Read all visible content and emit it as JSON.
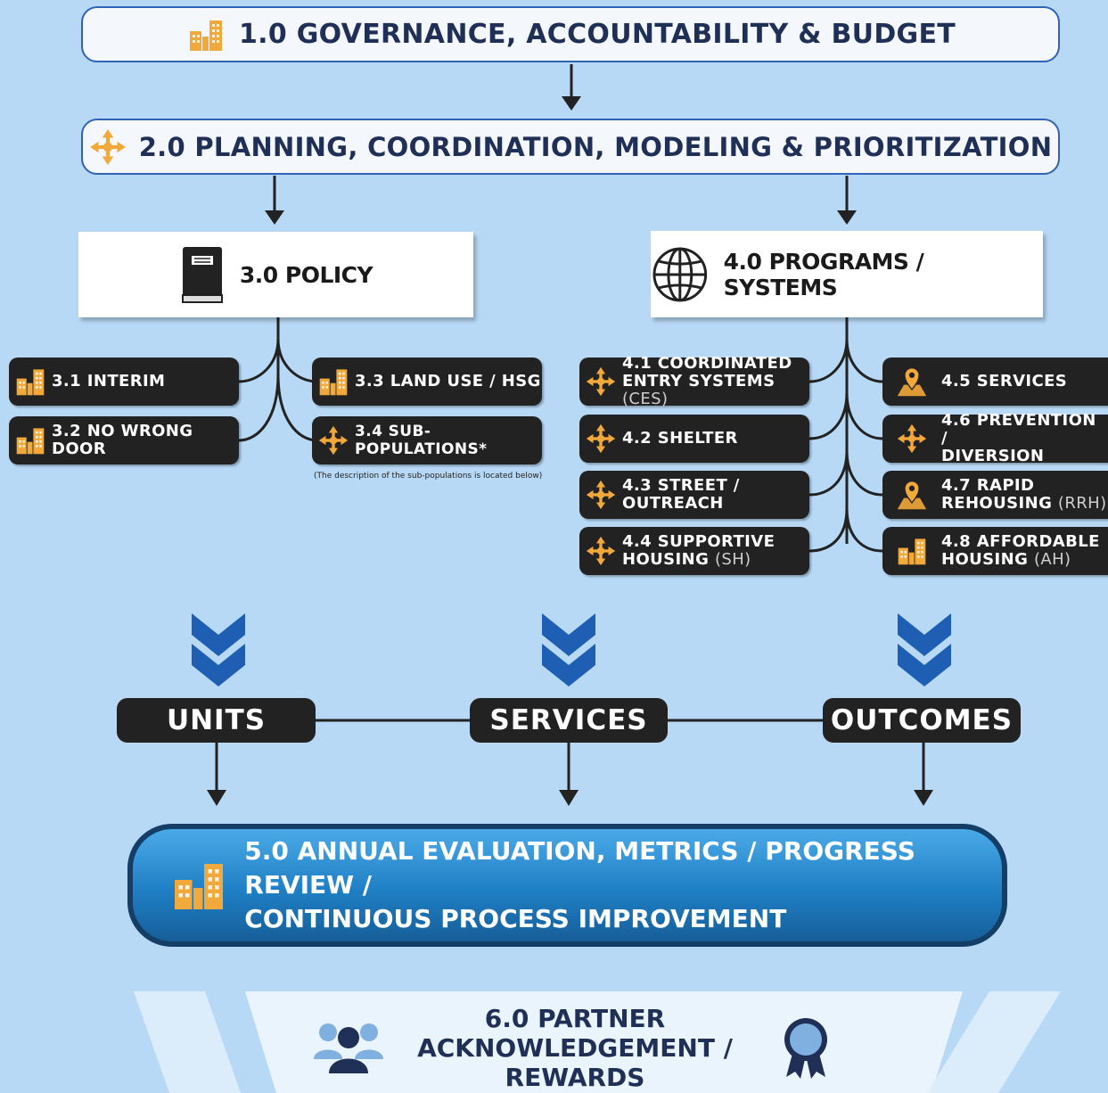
{
  "governance": {
    "label": "1.0 GOVERNANCE, ACCOUNTABILITY & BUDGET",
    "icon": "buildings-icon"
  },
  "planning": {
    "label": "2.0 PLANNING, COORDINATION, MODELING & PRIORITIZATION",
    "icon": "crossroads-icon"
  },
  "policy": {
    "label": "3.0 POLICY",
    "icon": "book-icon",
    "items": [
      {
        "label": "3.1 INTERIM",
        "icon": "buildings-icon"
      },
      {
        "label": "3.2 NO WRONG DOOR",
        "icon": "buildings-icon"
      },
      {
        "label": "3.3 LAND USE / HSG",
        "icon": "buildings-icon"
      },
      {
        "label": "3.4 SUB-POPULATIONS*",
        "icon": "crossroads-icon"
      }
    ],
    "note": "(The description of the sub-populations is located below)"
  },
  "programs": {
    "label": "4.0 PROGRAMS / SYSTEMS",
    "icon": "globe-icon",
    "items": [
      {
        "line1": "4.1 COORDINATED",
        "line2": "ENTRY SYSTEMS",
        "sub": "(CES)",
        "icon": "crossroads-icon"
      },
      {
        "line1": "4.2 SHELTER",
        "line2": "",
        "sub": "",
        "icon": "crossroads-icon"
      },
      {
        "line1": "4.3 STREET /",
        "line2": "OUTREACH",
        "sub": "",
        "icon": "crossroads-icon"
      },
      {
        "line1": "4.4 SUPPORTIVE",
        "line2": "HOUSING",
        "sub": "(SH)",
        "icon": "crossroads-icon"
      },
      {
        "line1": "4.5 SERVICES",
        "line2": "",
        "sub": "",
        "icon": "map-pin-icon"
      },
      {
        "line1": "4.6 PREVENTION /",
        "line2": "DIVERSION",
        "sub": "",
        "icon": "crossroads-icon"
      },
      {
        "line1": "4.7 RAPID",
        "line2": "REHOUSING",
        "sub": "(RRH)",
        "icon": "map-pin-icon"
      },
      {
        "line1": "4.8 AFFORDABLE",
        "line2": "HOUSING",
        "sub": "(AH)",
        "icon": "buildings-icon"
      }
    ]
  },
  "results": {
    "units": "UNITS",
    "services": "SERVICES",
    "outcomes": "OUTCOMES"
  },
  "evaluation": {
    "line1": "5.0 ANNUAL EVALUATION, METRICS / PROGRESS REVIEW /",
    "line2": "CONTINUOUS PROCESS IMPROVEMENT",
    "icon": "buildings-icon"
  },
  "partner": {
    "line1": "6.0 PARTNER",
    "line2": "ACKNOWLEDGEMENT /",
    "line3": "REWARDS",
    "icon_left": "people-icon",
    "icon_right": "award-ribbon-icon"
  },
  "colors": {
    "accent": "#f2a93b",
    "dark": "#222222",
    "navy": "#1f2f55",
    "blue": "#1f7fc4",
    "background": "#b7d9f6"
  }
}
